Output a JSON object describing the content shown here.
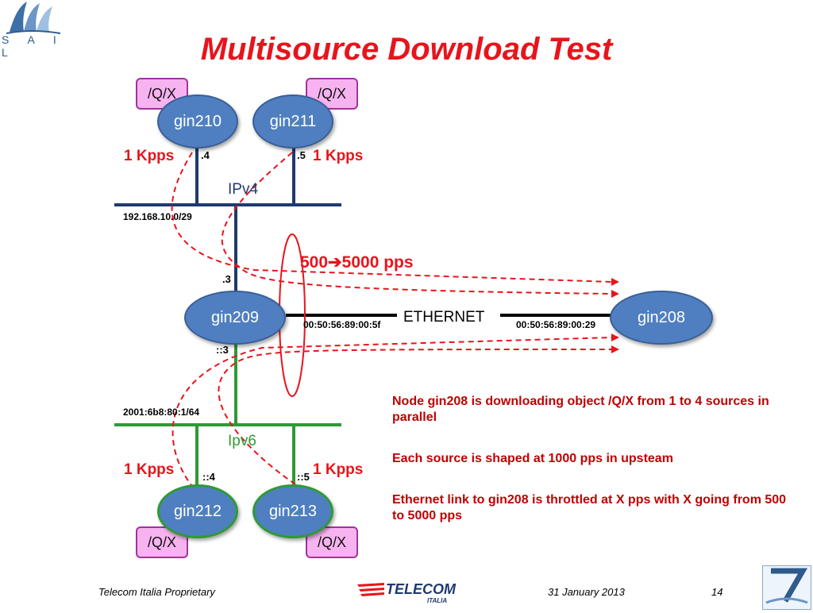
{
  "slide": {
    "title": "Multisource Download Test",
    "brand_logo_text": "S A I L"
  },
  "nodes": {
    "gin210": "gin210",
    "gin211": "gin211",
    "gin209": "gin209",
    "gin208": "gin208",
    "gin212": "gin212",
    "gin213": "gin213"
  },
  "objects": {
    "top_left": "/Q/X",
    "top_right": "/Q/X",
    "bottom_left": "/Q/X",
    "bottom_right": "/Q/X"
  },
  "rates": {
    "top_left": "1 Kpps",
    "top_right": "1 Kpps",
    "bottom_left": "1 Kpps",
    "bottom_right": "1 Kpps",
    "ethernet_prefix": "500",
    "ethernet_suffix": "5000 pps",
    "arrow_glyph": "➔"
  },
  "addresses": {
    "ipv4_dot4": ".4",
    "ipv4_dot5": ".5",
    "ipv4_dot3": ".3",
    "ipv4_subnet": "192.168.10.0/29",
    "ipv6_c3": "::3",
    "ipv6_c4": "::4",
    "ipv6_c5": "::5",
    "ipv6_subnet": "2001:6b8:80:1/64",
    "mac_gin209": "00:50:56:89:00:5f",
    "mac_gin208": "00:50:56:89:00:29"
  },
  "networks": {
    "ipv4": "IPv4",
    "ipv6": "Ipv6",
    "ethernet": "ETHERNET"
  },
  "notes": [
    "Node gin208 is downloading object /Q/X from 1 to 4 sources in parallel",
    "Each source is shaped at 1000 pps in upsteam",
    "Ethernet link to gin208 is throttled at X pps with X going from 500 to 5000 pps"
  ],
  "footer": {
    "left": "Telecom Italia Proprietary",
    "telecom_logo_text": "TELECOM",
    "telecom_logo_sub": "ITALIA",
    "date": "31 January 2013",
    "page": "14"
  },
  "colors": {
    "title": "#e8141c",
    "node_fill": "#4f7fc0",
    "ipv4_line": "#1f3a6e",
    "ipv6_line": "#2f9a35",
    "flow": "#e8141c",
    "object_fill": "#f7b3f0",
    "note_text": "#c00000"
  }
}
